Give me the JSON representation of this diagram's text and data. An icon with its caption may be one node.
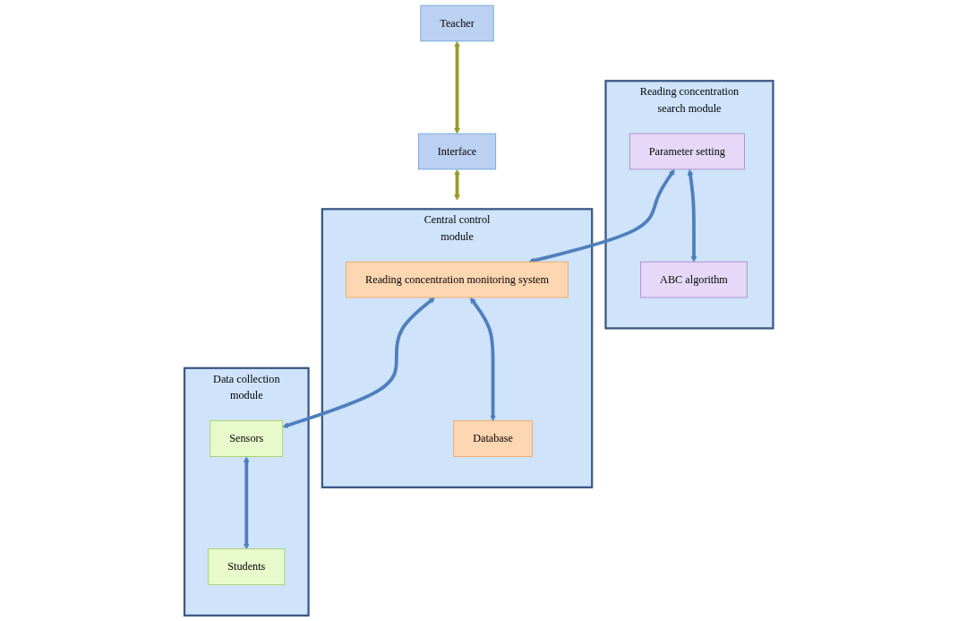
{
  "diagram": {
    "nodes": [
      {
        "text": [
          "Teacher"
        ]
      },
      {
        "text": [
          "Interface"
        ]
      },
      {
        "text": [
          "Reading concentration search module"
        ]
      },
      {
        "text": [
          "Parameter setting"
        ],
        "in": 2
      },
      {
        "text": [
          "ABC algorithm"
        ],
        "in": 2
      },
      {
        "text": [
          "Central control module"
        ]
      },
      {
        "text": [
          "Reading concentration monitoring system"
        ],
        "in": 5
      },
      {
        "text": [
          "Database"
        ],
        "in": 5
      },
      {
        "text": [
          "Data collection module"
        ]
      },
      {
        "text": [
          "Sensors"
        ],
        "in": 8
      },
      {
        "text": [
          "Students"
        ],
        "in": 8
      }
    ],
    "edges": [
      {
        "from": 0,
        "to": 1,
        "arrow": "both",
        "color": "#9a9b2b"
      },
      {
        "from": 1,
        "to": 5,
        "arrow": "both",
        "color": "#9a9b2b"
      },
      {
        "from": 3,
        "to": 6,
        "arrow": "both"
      },
      {
        "from": 6,
        "to": 9,
        "arrow": "both"
      },
      {
        "from": 3,
        "to": 4,
        "arrow": "both"
      },
      {
        "from": 6,
        "to": 7,
        "arrow": "both"
      },
      {
        "from": 9,
        "to": 10,
        "arrow": "both"
      }
    ]
  }
}
